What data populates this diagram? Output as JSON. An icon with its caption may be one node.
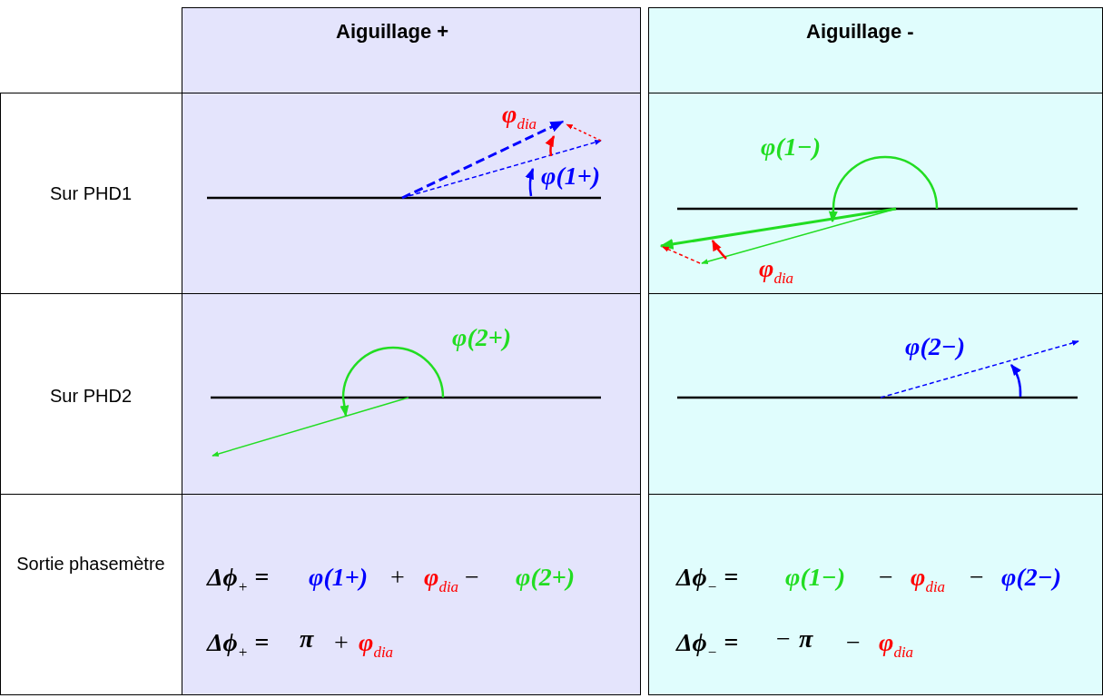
{
  "diagram": {
    "labels": [
      "Aiguillage +",
      "Aiguillage -",
      "Sur PHD1",
      "φ$_{dia}$",
      "φ(1+)",
      "φ(1−)",
      "φ$_{dia}$",
      "Sur PHD2",
      "φ(2+)",
      "φ(2−)",
      "Sortie phasemètre",
      "Δϕ$_{+}$ =",
      "φ(1+)",
      "+",
      "φ$_{dia}$",
      "−",
      "φ(2+)",
      "Δϕ$_{−}$ =",
      "φ(1−)",
      "−",
      "φ$_{dia}$",
      "−",
      "φ(2−)",
      "Δϕ$_{+}$ =",
      "π",
      "+",
      "φ$_{dia}$",
      "Δϕ$_{−}$ =",
      "−",
      "π",
      "−",
      "φ$_{dia}$"
    ]
  }
}
